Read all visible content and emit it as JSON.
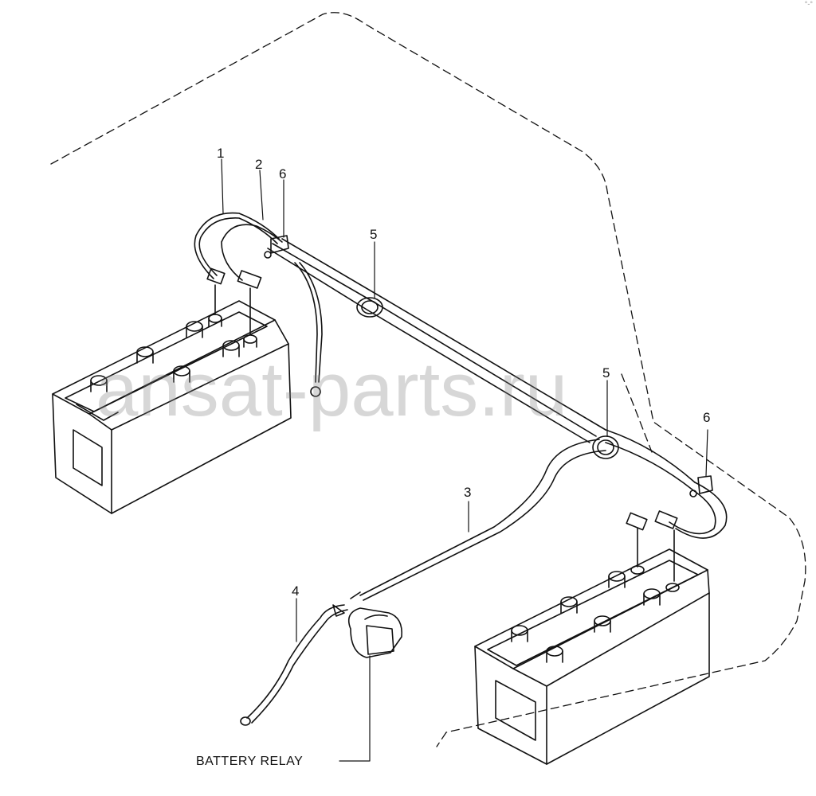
{
  "callouts": {
    "c1": "1",
    "c2": "2",
    "c6a": "6",
    "c5a": "5",
    "c5b": "5",
    "c6b": "6",
    "c3": "3",
    "c4": "4"
  },
  "relay_label": "BATTERY RELAY",
  "watermark": "ansat-parts.ru",
  "corner_mark": "°-°",
  "colors": {
    "line": "#111111",
    "watermark": "#8a8a8a",
    "background": "#ffffff"
  }
}
